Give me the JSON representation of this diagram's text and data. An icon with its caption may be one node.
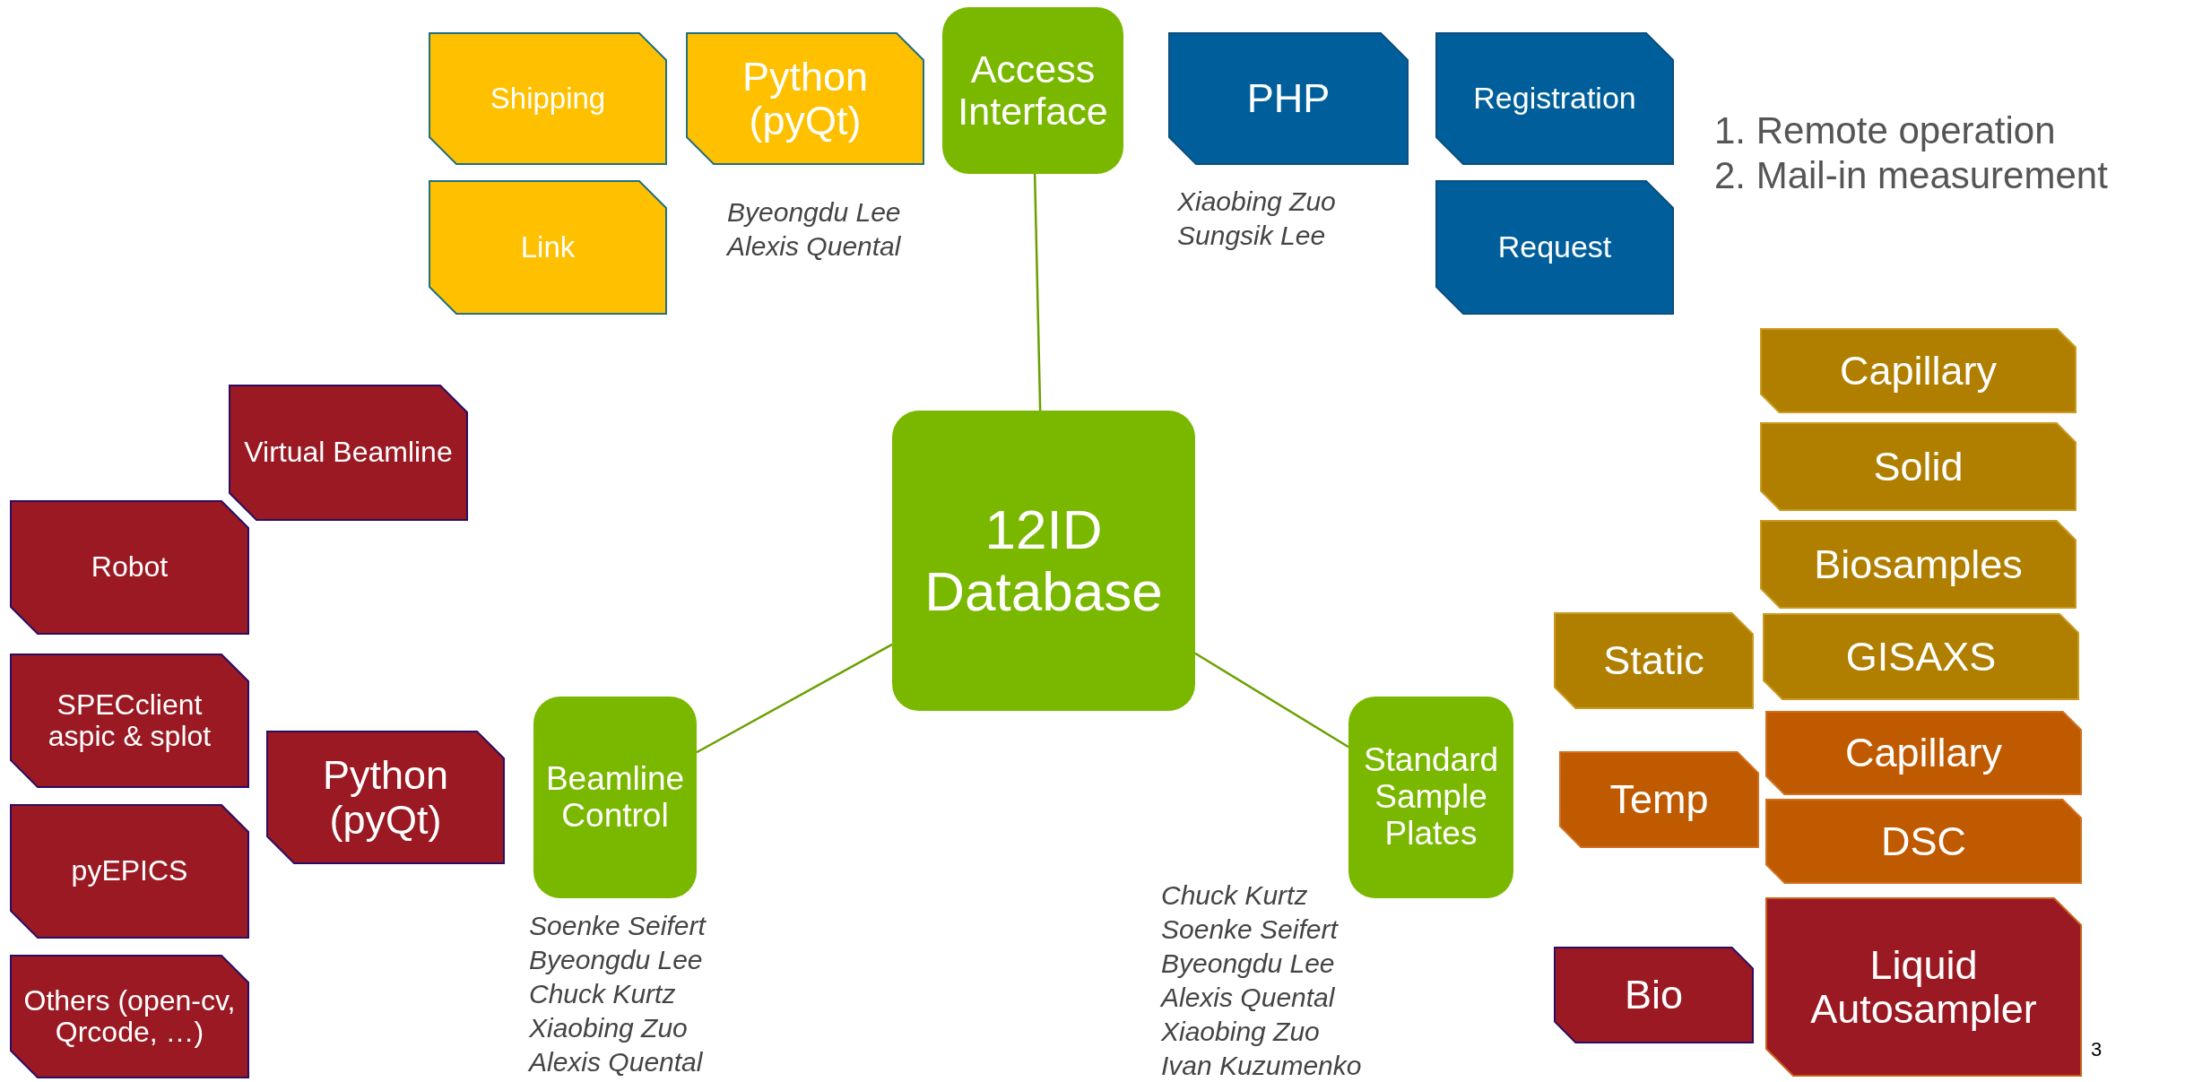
{
  "diagram": {
    "nodes": [
      {
        "text": [
          "Shipping"
        ]
      },
      {
        "text": [
          "Python (pyQt)"
        ],
        "beside": [
          "Byeongdu Lee",
          "Alexis Quental"
        ]
      },
      {
        "text": [
          "Access Interface"
        ]
      },
      {
        "text": [
          "PHP"
        ],
        "beside": [
          "Xiaobing Zuo",
          "Sungsik Lee"
        ]
      },
      {
        "text": [
          "Registration"
        ]
      },
      {
        "text": [
          "Link"
        ]
      },
      {
        "text": [
          "Request"
        ]
      },
      {
        "text": [
          "Capillary"
        ]
      },
      {
        "text": [
          "Virtual Beamline"
        ]
      },
      {
        "text": [
          "Solid"
        ]
      },
      {
        "text": [
          "Robot"
        ]
      },
      {
        "text": [
          "12ID Database"
        ]
      },
      {
        "text": [
          "Biosamples"
        ]
      },
      {
        "text": [
          "SPECclient aspic & splot"
        ]
      },
      {
        "text": [
          "Static"
        ]
      },
      {
        "text": [
          "GISAXS"
        ]
      },
      {
        "text": [
          "Python (pyQt)"
        ]
      },
      {
        "text": [
          "Beamline Control"
        ],
        "beside": [
          "Soenke Seifert",
          "Byeongdu Lee",
          "Chuck Kurtz",
          "Xiaobing Zuo",
          "Alexis Quental"
        ]
      },
      {
        "text": [
          "Standard Sample Plates"
        ],
        "beside": [
          "Chuck Kurtz",
          "Soenke Seifert",
          "Byeongdu Lee",
          "Alexis Quental",
          "Xiaobing Zuo",
          "Ivan Kuzumenko"
        ]
      },
      {
        "text": [
          "Capillary"
        ]
      },
      {
        "text": [
          "Temp"
        ]
      },
      {
        "text": [
          "pyEPICS"
        ]
      },
      {
        "text": [
          "DSC"
        ]
      },
      {
        "text": [
          "Bio"
        ]
      },
      {
        "text": [
          "Liquid Autosampler"
        ]
      },
      {
        "text": [
          "Others (open-cv, Qrcode, …)"
        ]
      }
    ],
    "edges": [
      {
        "from": 2,
        "to": 11,
        "arrow": "none"
      },
      {
        "from": 17,
        "to": 11,
        "arrow": "none"
      },
      {
        "from": 18,
        "to": 11,
        "arrow": "none"
      }
    ],
    "labels": [
      "1. Remote operation",
      "2. Mail-in measurement",
      "3"
    ]
  }
}
